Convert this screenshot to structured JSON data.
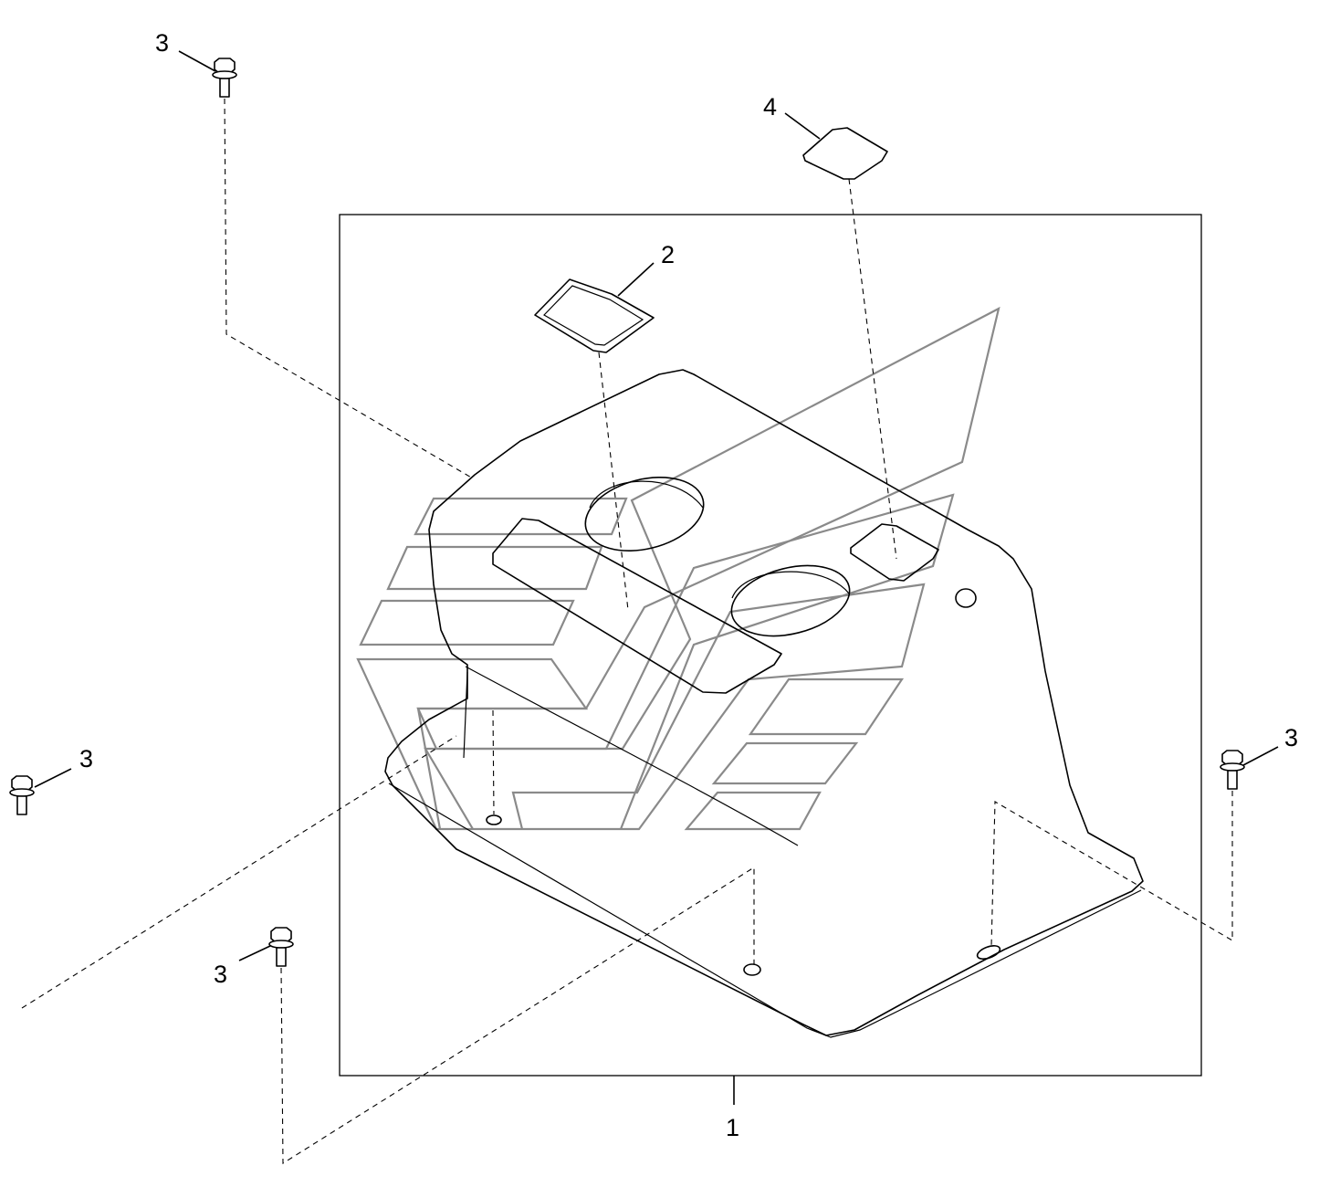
{
  "diagram": {
    "callouts": [
      {
        "id": "c1",
        "label": "1"
      },
      {
        "id": "c2",
        "label": "2"
      },
      {
        "id": "c3a",
        "label": "3"
      },
      {
        "id": "c3b",
        "label": "3"
      },
      {
        "id": "c3c",
        "label": "3"
      },
      {
        "id": "c3d",
        "label": "3"
      },
      {
        "id": "c4",
        "label": "4"
      }
    ],
    "parts": {
      "kit_frame": "kit-boundary",
      "cover": "engine-cover-panel",
      "decal": "logo-decal",
      "gasket": "gasket-seal",
      "plug": "cap-plug",
      "bolt": "flange-bolt"
    },
    "colors": {
      "line": "#000000",
      "decal": "#8a8a8a",
      "background": "#ffffff"
    }
  }
}
